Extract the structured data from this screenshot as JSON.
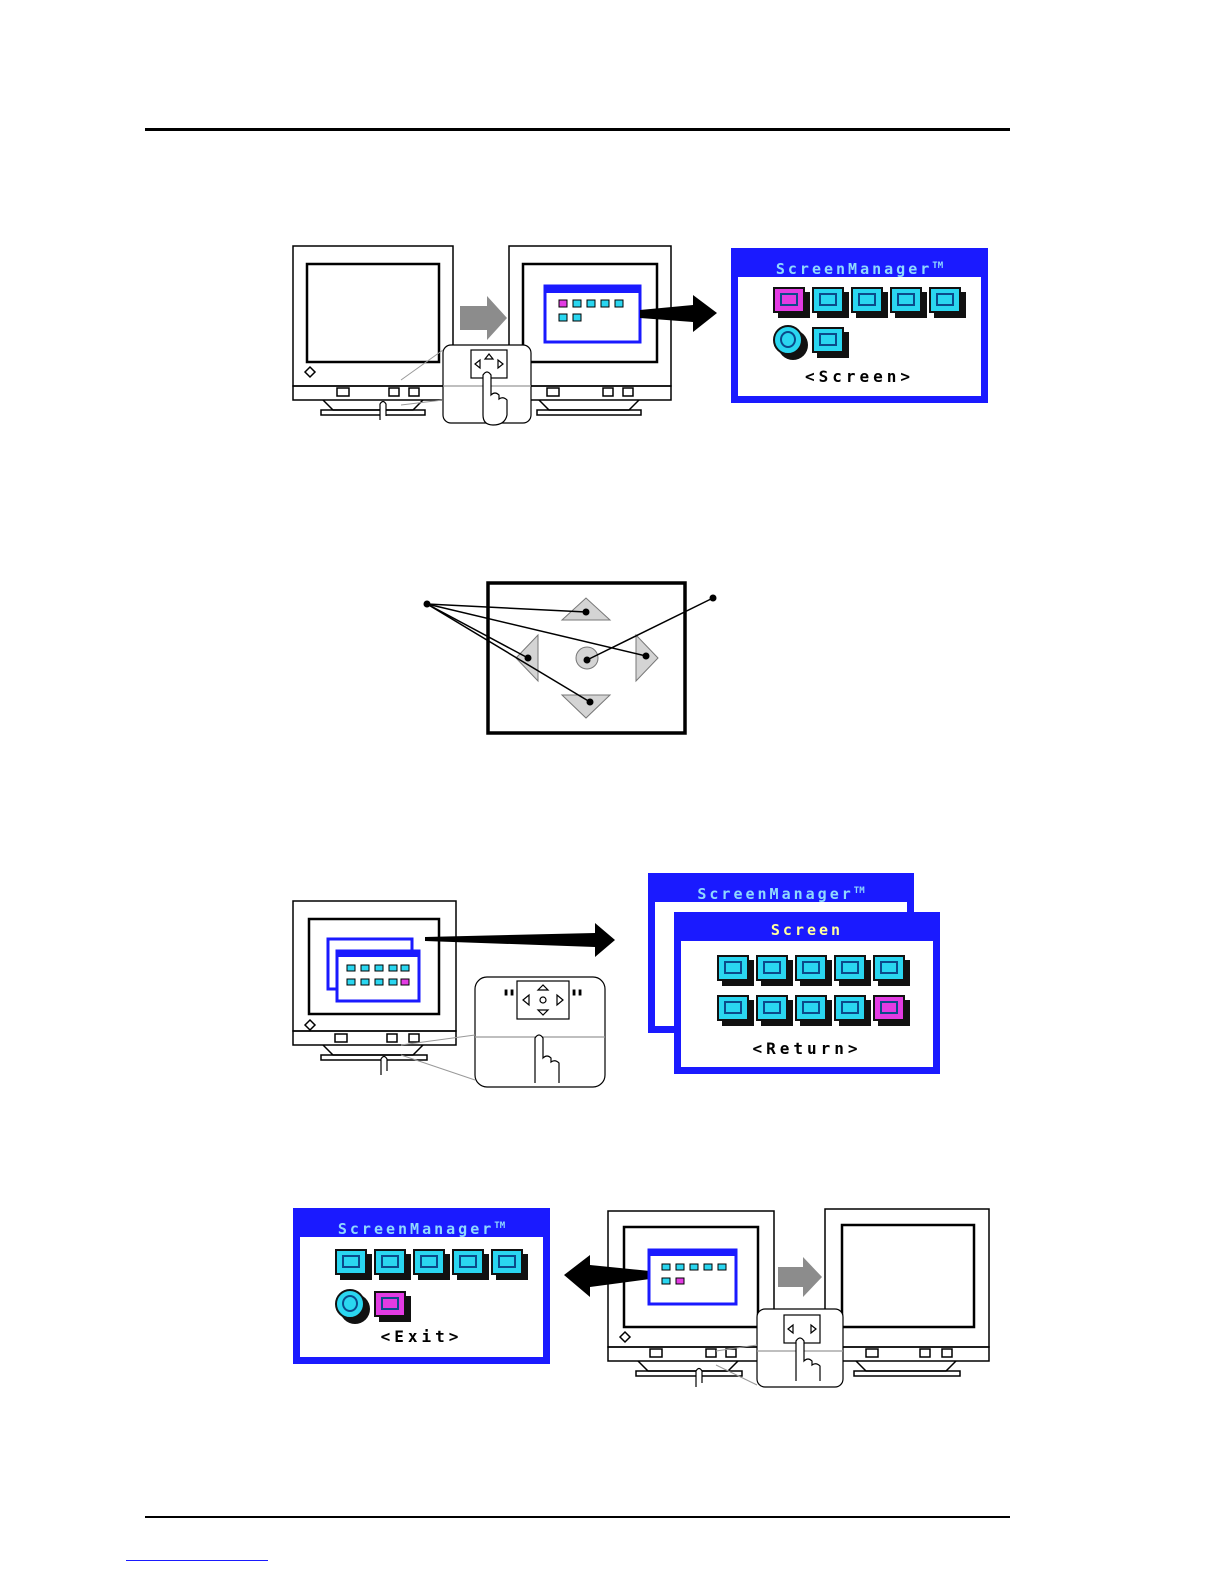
{
  "osd": {
    "title": "ScreenManager",
    "trademark": "TM",
    "screen_caption": "<Screen>",
    "submenu_title": "Screen",
    "return_caption": "<Return>",
    "exit_caption": "<Exit>"
  },
  "footer": {
    "link_text": ""
  }
}
